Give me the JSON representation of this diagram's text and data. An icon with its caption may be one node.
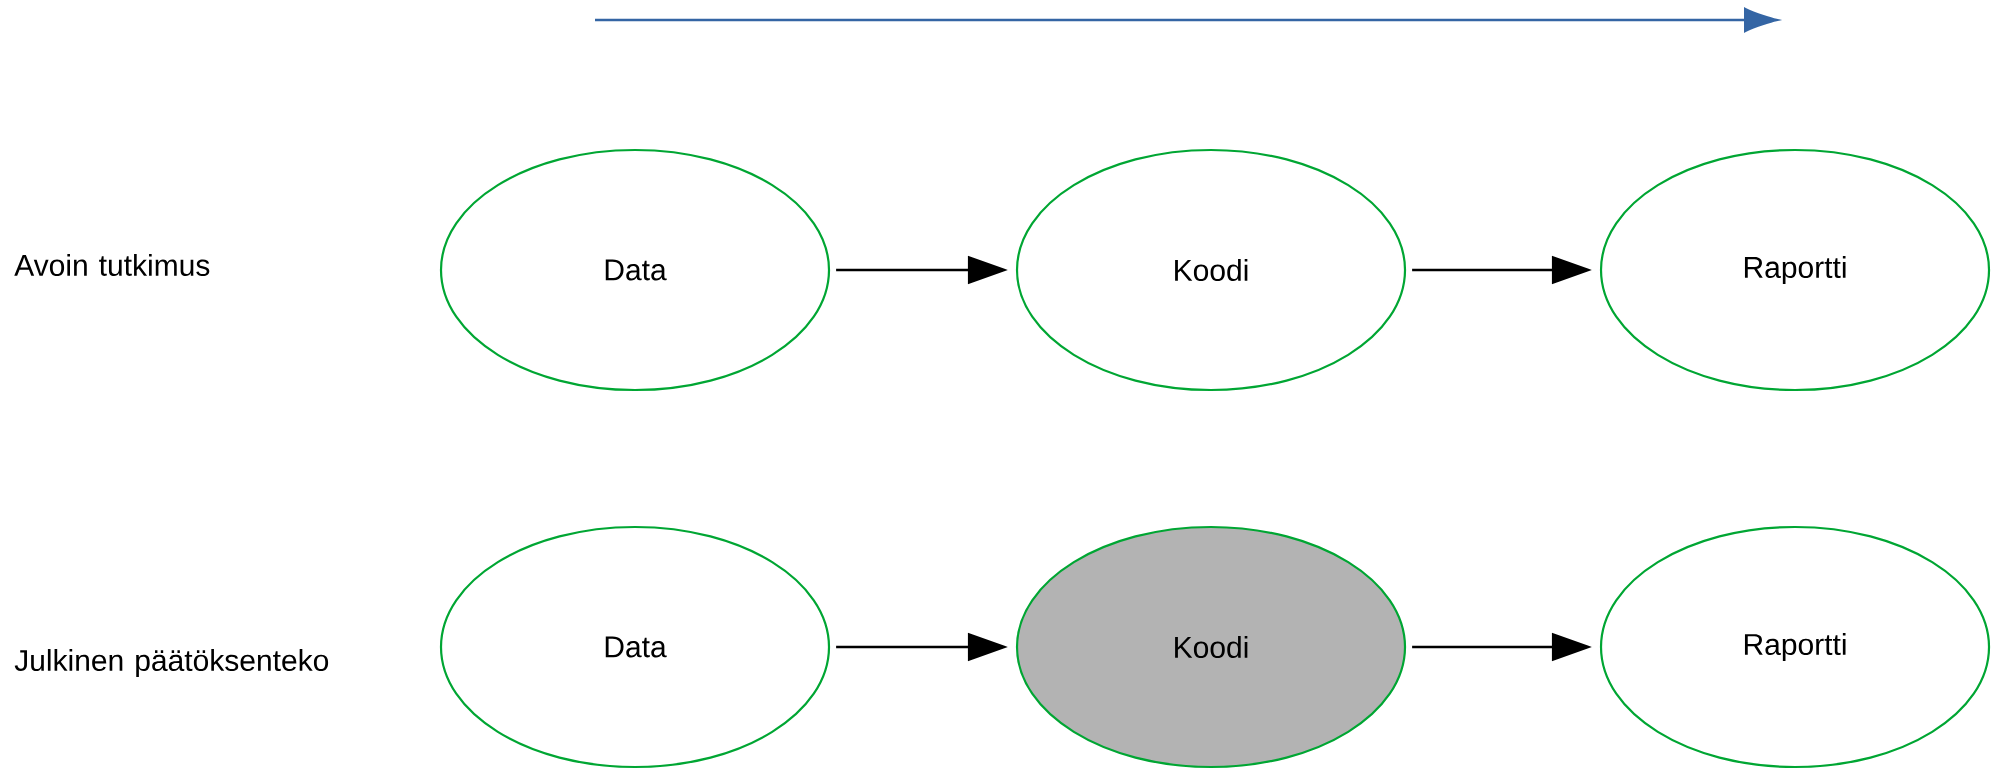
{
  "diagram": {
    "nodes": [
      {
        "text": [
          "Data"
        ]
      },
      {
        "text": [
          "Koodi"
        ]
      },
      {
        "text": [
          "Raportti"
        ]
      },
      {
        "text": [
          "Data"
        ]
      },
      {
        "text": [
          "Koodi"
        ]
      },
      {
        "text": [
          "Raportti"
        ]
      }
    ],
    "edges": [
      {
        "from": 0,
        "to": 1,
        "arrow": "to"
      },
      {
        "from": 1,
        "to": 2,
        "arrow": "to"
      },
      {
        "from": 3,
        "to": 4,
        "arrow": "to"
      },
      {
        "from": 4,
        "to": 5,
        "arrow": "to"
      }
    ],
    "labels": [
      "Avoin tutkimus",
      "Julkinen päätöksenteko"
    ]
  }
}
